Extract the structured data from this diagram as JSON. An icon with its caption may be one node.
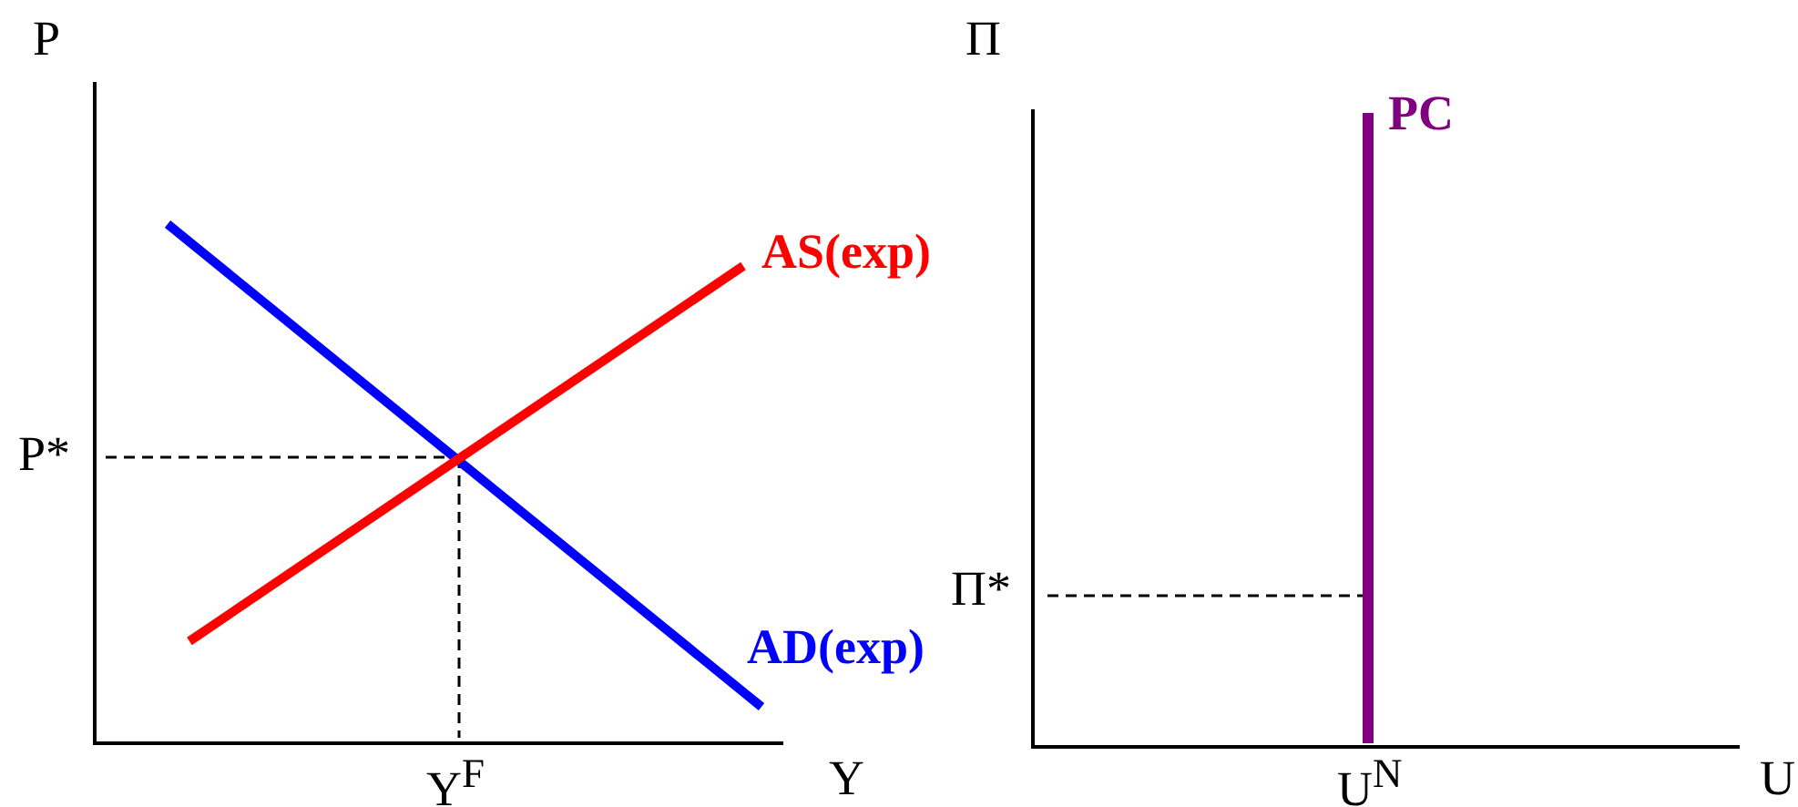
{
  "diagram": {
    "labels": [
      "P",
      "Π",
      "PC",
      "AS(exp)",
      "P*",
      "Π*",
      "AD(exp)",
      "Y$^{F}$",
      "Y",
      "U$^{N}$",
      "U"
    ]
  }
}
